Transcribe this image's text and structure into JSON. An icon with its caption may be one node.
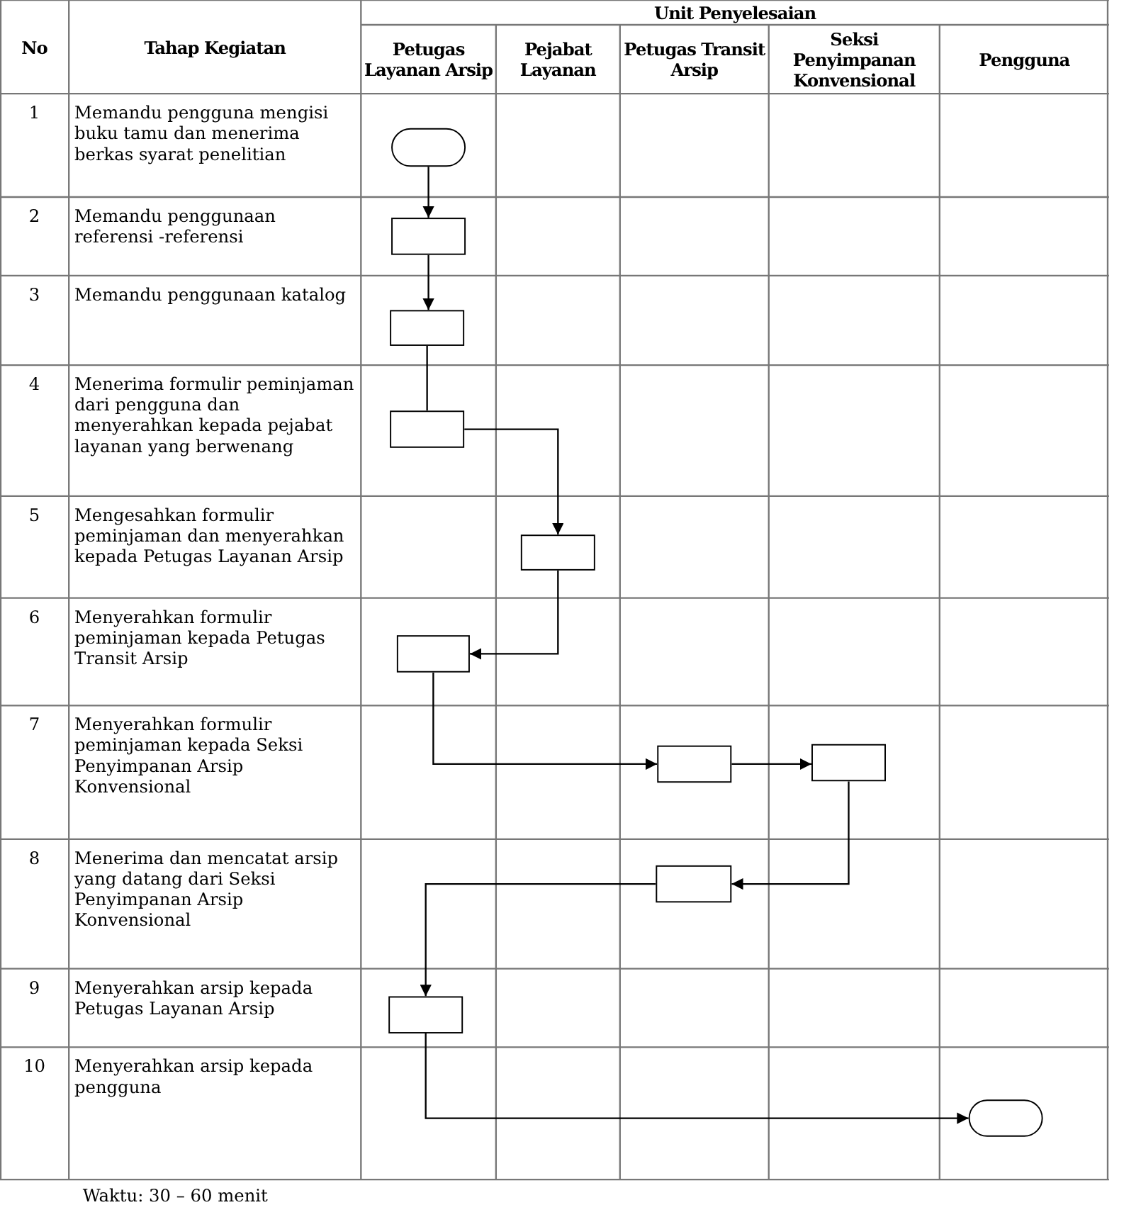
{
  "diagram": {
    "nodes": [
      {
        "text": [],
        "shape": "oval"
      },
      {
        "text": [],
        "shape": "box"
      },
      {
        "text": [],
        "shape": "box"
      },
      {
        "text": [],
        "shape": "box"
      },
      {
        "text": [],
        "shape": "box"
      },
      {
        "text": [],
        "shape": "box"
      },
      {
        "text": [],
        "shape": "box"
      },
      {
        "text": [],
        "shape": "box"
      },
      {
        "text": [],
        "shape": "box"
      },
      {
        "text": [],
        "shape": "box"
      },
      {
        "text": [],
        "shape": "oval"
      }
    ],
    "edges": [
      {
        "from": 0,
        "to": 1,
        "arrow": "to"
      },
      {
        "from": 1,
        "to": 2,
        "arrow": "to"
      },
      {
        "from": 2,
        "to": 3,
        "arrow": "none"
      },
      {
        "from": 3,
        "to": 4,
        "arrow": "to"
      },
      {
        "from": 4,
        "to": 5,
        "arrow": "to"
      },
      {
        "from": 5,
        "to": 6,
        "arrow": "to"
      },
      {
        "from": 6,
        "to": 7,
        "arrow": "to"
      },
      {
        "from": 7,
        "to": 8,
        "arrow": "to"
      },
      {
        "from": 8,
        "to": 9,
        "arrow": "to"
      },
      {
        "from": 9,
        "to": 10,
        "arrow": "to"
      }
    ],
    "labels": [
      "No",
      "Tahap Kegiatan",
      "Unit Penyelesaian",
      "Petugas Layanan Arsip",
      "Pejabat Layanan",
      "Petugas Transit Arsip",
      "Seksi Penyimpanan Konvensional",
      "Pengguna",
      "1",
      "Memandu pengguna mengisi buku tamu dan menerima berkas syarat penelitian",
      "2",
      "Memandu penggunaan referensi -referensi",
      "3",
      "Memandu penggunaan katalog",
      "4",
      "Menerima formulir peminjaman dari pengguna dan menyerahkan kepada pejabat layanan yang berwenang",
      "5",
      "Mengesahkan formulir peminjaman dan menyerahkan kepada Petugas Layanan Arsip",
      "6",
      "Menyerahkan formulir peminjaman kepada Petugas Transit Arsip",
      "7",
      "Menyerahkan formulir peminjaman kepada Seksi Penyimpanan Arsip Konvensional",
      "8",
      "Menerima dan mencatat arsip yang datang dari Seksi Penyimpanan Arsip Konvensional",
      "9",
      "Menyerahkan arsip kepada Petugas Layanan Arsip",
      "10",
      "Menyerahkan arsip kepada pengguna",
      "Waktu: 30 – 60 menit"
    ]
  }
}
